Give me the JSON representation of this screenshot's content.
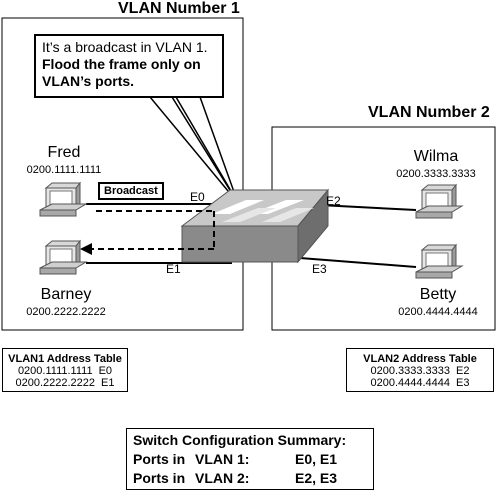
{
  "vlans": [
    {
      "title": "VLAN Number 1"
    },
    {
      "title": "VLAN Number 2"
    }
  ],
  "callout": {
    "line1": "It’s a broadcast in VLAN 1.",
    "bold": "Flood the frame only on VLAN’s ports."
  },
  "broadcast_label": "Broadcast",
  "hosts": [
    {
      "name": "Fred",
      "mac": "0200.1111.1111",
      "port": "E0"
    },
    {
      "name": "Barney",
      "mac": "0200.2222.2222",
      "port": "E1"
    },
    {
      "name": "Wilma",
      "mac": "0200.3333.3333",
      "port": "E2"
    },
    {
      "name": "Betty",
      "mac": "0200.4444.4444",
      "port": "E3"
    }
  ],
  "tables": [
    {
      "title": "VLAN1 Address Table",
      "rows": [
        {
          "mac": "0200.1111.1111",
          "port": "E0"
        },
        {
          "mac": "0200.2222.2222",
          "port": "E1"
        }
      ]
    },
    {
      "title": "VLAN2 Address Table",
      "rows": [
        {
          "mac": "0200.3333.3333",
          "port": "E2"
        },
        {
          "mac": "0200.4444.4444",
          "port": "E3"
        }
      ]
    }
  ],
  "summary": {
    "title": "Switch Configuration Summary:",
    "lines": [
      {
        "label": "Ports in",
        "vlan": "VLAN 1:",
        "ports": "E0, E1"
      },
      {
        "label": "Ports in",
        "vlan": "VLAN 2:",
        "ports": "E2, E3"
      }
    ]
  }
}
